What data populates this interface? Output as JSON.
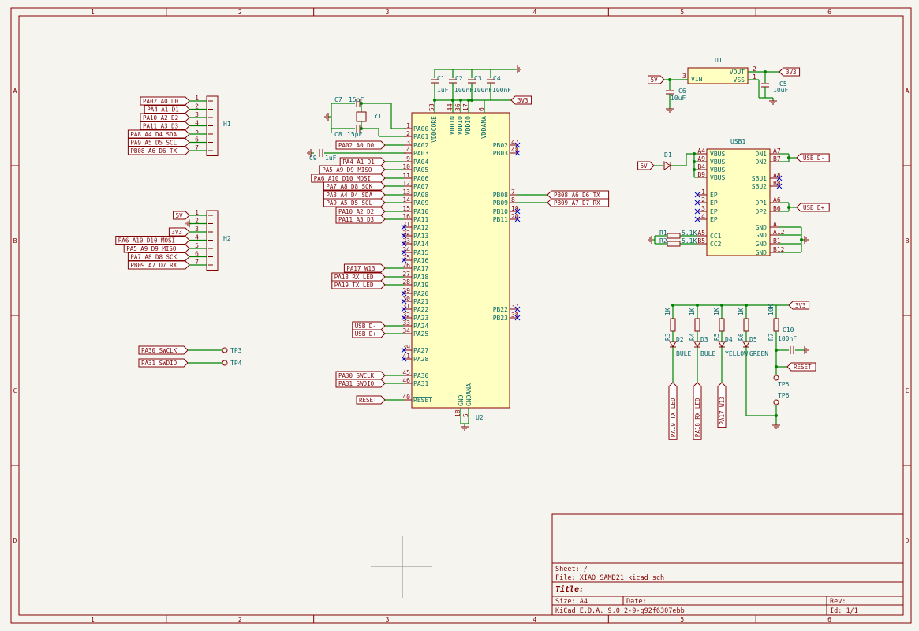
{
  "frame": {
    "cols": [
      "1",
      "2",
      "3",
      "4",
      "5",
      "6"
    ],
    "rows": [
      "A",
      "B",
      "C",
      "D"
    ]
  },
  "title_block": {
    "sheet": "Sheet: /",
    "file": "File: XIAO_SAMD21.kicad_sch",
    "title": "Title:",
    "size": "Size: A4",
    "date": "Date:",
    "rev": "Rev:",
    "tool": "KiCad E.D.A. 9.0.2-9-g92f6307ebb",
    "id": "Id: 1/1"
  },
  "h1": {
    "ref": "H1",
    "labels": [
      "PA02_A0_D0",
      "PA4_A1_D1",
      "PA10_A2_D2",
      "PA11_A3_D3",
      "PA8_A4_D4_SDA",
      "PA9_A5_D5_SCL",
      "PB08_A6_D6_TX"
    ],
    "pins": [
      "1",
      "2",
      "3",
      "4",
      "5",
      "6",
      "7"
    ]
  },
  "h2": {
    "ref": "H2",
    "labels": [
      "5V",
      "",
      "3V3",
      "PA6_A10_D10_MOSI",
      "PA5_A9_D9_MISO",
      "PA7_A8_D8_SCK",
      "PB09_A7_D7_RX"
    ],
    "pins": [
      "1",
      "2",
      "3",
      "4",
      "5",
      "6",
      "7"
    ]
  },
  "tp": {
    "tp3": {
      "ref": "TP3",
      "label": "PA30_SWCLK"
    },
    "tp4": {
      "ref": "TP4",
      "label": "PA31_SWDIO"
    }
  },
  "crystal": {
    "c7": "C7",
    "c7v": "15pF",
    "c8": "C8",
    "c8v": "15pF",
    "y1": "Y1",
    "c9": "C9",
    "c9v": "1uF"
  },
  "decoup": [
    {
      "ref": "C1",
      "val": "1uF"
    },
    {
      "ref": "C2",
      "val": "100nF"
    },
    {
      "ref": "C3",
      "val": "100nF"
    },
    {
      "ref": "C4",
      "val": "100nF"
    }
  ],
  "u2": {
    "ref": "U2",
    "rail": "3V3",
    "top_pins": [
      {
        "name": "VDDCORE",
        "num": "53"
      },
      {
        "name": "VDDIN",
        "num": "44"
      },
      {
        "name": "VDDIO",
        "num": "36"
      },
      {
        "name": "VDDIO",
        "num": "17"
      },
      {
        "name": "VDDANA",
        "num": "6"
      }
    ],
    "left_pins": [
      {
        "name": "PA00",
        "num": "1",
        "label": ""
      },
      {
        "name": "PA01",
        "num": "2",
        "label": ""
      },
      {
        "name": "PA02",
        "num": "3",
        "label": "PA02_A0_D0"
      },
      {
        "name": "PA03",
        "num": "4",
        "label": ""
      },
      {
        "name": "PA04",
        "num": "9",
        "label": "PA4_A1_D1"
      },
      {
        "name": "PA05",
        "num": "10",
        "label": "PA5_A9_D9_MISO"
      },
      {
        "name": "PA06",
        "num": "11",
        "label": "PA6_A10_D10_MOSI"
      },
      {
        "name": "PA07",
        "num": "12",
        "label": "PA7_A8_D8_SCK"
      },
      {
        "name": "PA08",
        "num": "13",
        "label": "PA8_A4_D4_SDA"
      },
      {
        "name": "PA09",
        "num": "14",
        "label": "PA9_A5_D5_SCL"
      },
      {
        "name": "PA10",
        "num": "15",
        "label": "PA10_A2_D2"
      },
      {
        "name": "PA11",
        "num": "16",
        "label": "PA11_A3_D3"
      },
      {
        "name": "PA12",
        "num": "21",
        "label": ""
      },
      {
        "name": "PA13",
        "num": "22",
        "label": ""
      },
      {
        "name": "PA14",
        "num": "23",
        "label": ""
      },
      {
        "name": "PA15",
        "num": "24",
        "label": ""
      },
      {
        "name": "PA16",
        "num": "25",
        "label": ""
      },
      {
        "name": "PA17",
        "num": "26",
        "label": "PA17_W13"
      },
      {
        "name": "PA18",
        "num": "27",
        "label": "PA18_RX_LED"
      },
      {
        "name": "PA19",
        "num": "28",
        "label": "PA19_TX_LED"
      },
      {
        "name": "PA20",
        "num": "29",
        "label": ""
      },
      {
        "name": "PA21",
        "num": "30",
        "label": ""
      },
      {
        "name": "PA22",
        "num": "31",
        "label": ""
      },
      {
        "name": "PA23",
        "num": "32",
        "label": ""
      },
      {
        "name": "PA24",
        "num": "33",
        "label": "USB_D-"
      },
      {
        "name": "PA25",
        "num": "34",
        "label": "USB_D+"
      },
      {
        "name": "PA27",
        "num": "39",
        "label": ""
      },
      {
        "name": "PA28",
        "num": "41",
        "label": ""
      },
      {
        "name": "PA30",
        "num": "45",
        "label": "PA30_SWCLK"
      },
      {
        "name": "PA31",
        "num": "46",
        "label": "PA31_SWDIO"
      },
      {
        "name": "RESET",
        "num": "40",
        "label": "RESET"
      }
    ],
    "right_pins": [
      {
        "name": "PB02",
        "num": "47",
        "label": ""
      },
      {
        "name": "PB03",
        "num": "48",
        "label": ""
      },
      {
        "name": "PB08",
        "num": "7",
        "label": "PB08_A6_D6_TX"
      },
      {
        "name": "PB09",
        "num": "8",
        "label": "PB09_A7_D7_RX"
      },
      {
        "name": "PB10",
        "num": "19",
        "label": ""
      },
      {
        "name": "PB11",
        "num": "20",
        "label": ""
      },
      {
        "name": "PB22",
        "num": "37",
        "label": ""
      },
      {
        "name": "PB23",
        "num": "38",
        "label": ""
      }
    ],
    "bottom_pins": [
      {
        "name": "GND",
        "num": "18"
      },
      {
        "name": "GNDANA",
        "num": "5"
      }
    ]
  },
  "u1": {
    "ref": "U1",
    "in_label": "5V",
    "out_label": "3V3",
    "vin": "VIN",
    "vout": "VOUT",
    "vss": "VSS",
    "pin_in": "3",
    "pin_out": "2",
    "pin_gnd": "1",
    "c6": "C6",
    "c6v": "10uF",
    "c5": "C5",
    "c5v": "10uF"
  },
  "usb1": {
    "ref": "USB1",
    "d1": "D1",
    "in_label": "5V",
    "left_pins": [
      {
        "name": "VBUS",
        "num": "A4"
      },
      {
        "name": "VBUS",
        "num": "A9"
      },
      {
        "name": "VBUS",
        "num": "B4"
      },
      {
        "name": "VBUS",
        "num": "B9"
      },
      {
        "name": "EP",
        "num": "1"
      },
      {
        "name": "EP",
        "num": "2"
      },
      {
        "name": "EP",
        "num": "3"
      },
      {
        "name": "EP",
        "num": "4"
      },
      {
        "name": "CC1",
        "num": "A5"
      },
      {
        "name": "CC2",
        "num": "B5"
      }
    ],
    "right_pins": [
      {
        "name": "DN1",
        "num": "A7"
      },
      {
        "name": "DN2",
        "num": "B7"
      },
      {
        "name": "SBU1",
        "num": "A8"
      },
      {
        "name": "SBU2",
        "num": "B8"
      },
      {
        "name": "DP1",
        "num": "A6"
      },
      {
        "name": "DP2",
        "num": "B6"
      },
      {
        "name": "GND",
        "num": "A1"
      },
      {
        "name": "GND",
        "num": "A12"
      },
      {
        "name": "GND",
        "num": "B1"
      },
      {
        "name": "GND",
        "num": "B12"
      }
    ],
    "r1": "R1",
    "r1v": "5.1K",
    "r2": "R2",
    "r2v": "5.1K",
    "dn_label": "USB_D-",
    "dp_label": "USB_D+"
  },
  "leds": {
    "rail": "3V3",
    "items": [
      {
        "r": "R3",
        "rv": "1K",
        "d": "D2",
        "color": "BULE",
        "label": "PA19_TX_LED"
      },
      {
        "r": "R4",
        "rv": "1K",
        "d": "D3",
        "color": "BULE",
        "label": "PA18_RX_LED"
      },
      {
        "r": "R5",
        "rv": "1K",
        "d": "D4",
        "color": "YELLOW",
        "label": "PA17_W13"
      },
      {
        "r": "R6",
        "rv": "1K",
        "d": "D5",
        "color": "GREEN",
        "label": ""
      }
    ],
    "r7": "R7",
    "r7v": "10K",
    "c10": "C10",
    "c10v": "100nF",
    "reset": "RESET",
    "tp5": "TP5",
    "tp6": "TP6"
  }
}
